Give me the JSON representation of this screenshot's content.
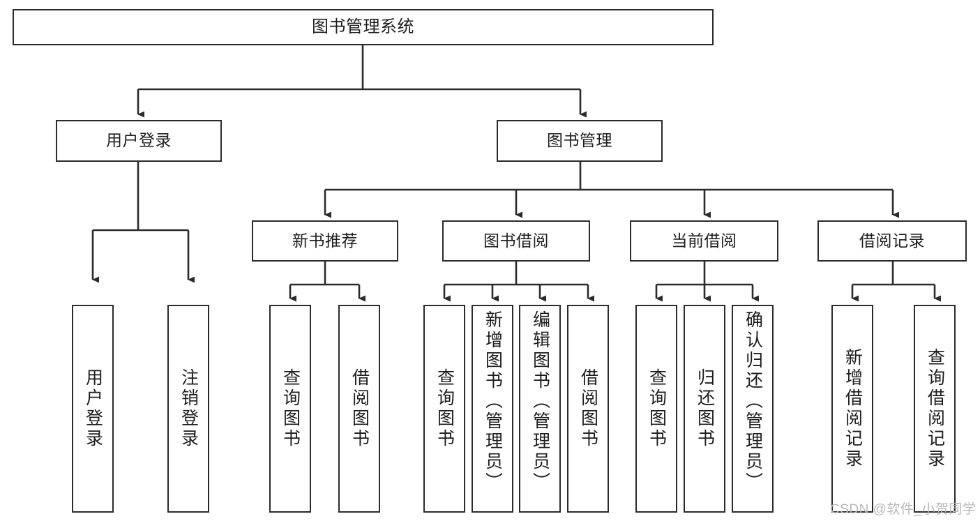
{
  "diagram": {
    "title": "图书管理系统",
    "type": "tree-hierarchy",
    "orientation": "top-down",
    "colors": {
      "node_border": "#2b2b2b",
      "node_fill": "#ffffff",
      "edge": "#2b2b2b",
      "text": "#1d1d1d",
      "watermark": "#b9b9b9",
      "background": "#ffffff"
    },
    "root": {
      "label": "图书管理系统"
    },
    "level2": [
      {
        "id": "user-login",
        "label": "用户登录"
      },
      {
        "id": "book-manage",
        "label": "图书管理"
      }
    ],
    "level3": [
      {
        "id": "new-book-recommend",
        "label": "新书推荐",
        "parent": "book-manage"
      },
      {
        "id": "book-borrow",
        "label": "图书借阅",
        "parent": "book-manage"
      },
      {
        "id": "current-borrow",
        "label": "当前借阅",
        "parent": "book-manage"
      },
      {
        "id": "borrow-record",
        "label": "借阅记录",
        "parent": "book-manage"
      }
    ],
    "leaves": [
      {
        "id": "leaf-user-login",
        "label": "用户登录",
        "parent": "user-login"
      },
      {
        "id": "leaf-logout",
        "label": "注销登录",
        "parent": "user-login"
      },
      {
        "id": "leaf-query-book-1",
        "label": "查询图书",
        "parent": "new-book-recommend"
      },
      {
        "id": "leaf-borrow-book-1",
        "label": "借阅图书",
        "parent": "new-book-recommend"
      },
      {
        "id": "leaf-query-book-2",
        "label": "查询图书",
        "parent": "book-borrow"
      },
      {
        "id": "leaf-add-book",
        "label": "新增图书（管理员）",
        "parent": "book-borrow"
      },
      {
        "id": "leaf-edit-book",
        "label": "编辑图书（管理员）",
        "parent": "book-borrow"
      },
      {
        "id": "leaf-borrow-book-2",
        "label": "借阅图书",
        "parent": "book-borrow"
      },
      {
        "id": "leaf-query-book-3",
        "label": "查询图书",
        "parent": "current-borrow"
      },
      {
        "id": "leaf-return-book",
        "label": "归还图书",
        "parent": "current-borrow"
      },
      {
        "id": "leaf-confirm-return",
        "label": "确认归还（管理员）",
        "parent": "current-borrow"
      },
      {
        "id": "leaf-add-record",
        "label": "新增借阅记录",
        "parent": "borrow-record"
      },
      {
        "id": "leaf-query-record",
        "label": "查询借阅记录",
        "parent": "borrow-record"
      }
    ],
    "watermark": "CSDN @软件_小贺同学"
  }
}
